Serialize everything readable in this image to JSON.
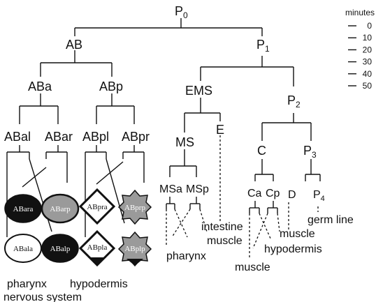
{
  "tree": {
    "root": {
      "main": "P",
      "sub": "0"
    },
    "ab": "AB",
    "p1": {
      "main": "P",
      "sub": "1"
    },
    "aba": "ABa",
    "abp": "ABp",
    "ems": "EMS",
    "p2": {
      "main": "P",
      "sub": "2"
    },
    "abal": "ABal",
    "abar": "ABar",
    "abpl": "ABpl",
    "abpr": "ABpr",
    "ms": "MS",
    "e": "E",
    "c": "C",
    "p3": {
      "main": "P",
      "sub": "3"
    },
    "msa": "MSa",
    "msp": "MSp",
    "ca": "Ca",
    "cp": "Cp",
    "d": "D",
    "p4": {
      "main": "P",
      "sub": "4"
    }
  },
  "cells": {
    "abara": "ABara",
    "abarp": "ABarp",
    "abala": "ABala",
    "abalp": "ABalp",
    "abpra": "ABpra",
    "abprp": "ABprp",
    "abpla": "ABpla",
    "abplp": "ABplp"
  },
  "fates": {
    "pharynx_left": "pharynx",
    "nervous_system": "nervous system",
    "hypodermis_left": "hypodermis",
    "intestine": "intestine",
    "muscle_ms": "muscle",
    "pharynx_ms": "pharynx",
    "hypodermis_c": "hypodermis",
    "muscle_c": "muscle",
    "muscle_d": "muscle",
    "germ_line": "germ line"
  },
  "time_axis": {
    "title": "minutes",
    "ticks": [
      "0",
      "10",
      "20",
      "30",
      "40",
      "50"
    ]
  }
}
